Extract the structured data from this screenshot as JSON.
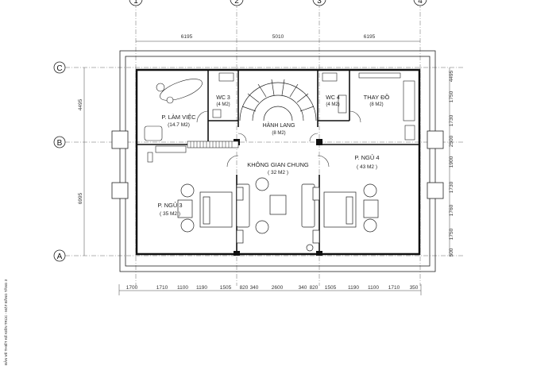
{
  "axes": {
    "columns": [
      "1",
      "2",
      "3",
      "4"
    ],
    "rows": [
      "C",
      "B",
      "A"
    ]
  },
  "dims": {
    "top": [
      "6195",
      "5010",
      "6195"
    ],
    "left": [
      "4495",
      "6995"
    ],
    "right": [
      "4495",
      "1750",
      "1730",
      "2500",
      "1900",
      "1730",
      "1760",
      "1750",
      "500"
    ],
    "bottom": [
      "1700",
      "1710",
      "1100",
      "1190",
      "1505",
      "820",
      "340",
      "2600",
      "340",
      "820",
      "1505",
      "1190",
      "1100",
      "1710",
      "350"
    ]
  },
  "rooms": [
    {
      "name": "P. LÀM VIỆC",
      "area": "(14.7 M2)"
    },
    {
      "name": "WC 3",
      "area": "(4 M2)"
    },
    {
      "name": "HÀNH LANG",
      "area": "(8 M2)"
    },
    {
      "name": "WC 4",
      "area": "(4 M2)"
    },
    {
      "name": "THAY ĐỒ",
      "area": "(8 M2)"
    },
    {
      "name": "KHÔNG GIAN CHUNG",
      "area": "( 32 M2 )"
    },
    {
      "name": "P. NGỦ 4",
      "area": "( 43 M2 )"
    },
    {
      "name": "P. NGỦ 3",
      "area": "( 35 M2 )"
    }
  ],
  "side_note": "BẢN VẼ THIẾT KẾ KIẾN TRÚC - MẶT BẰNG TẦNG 3",
  "colors": {
    "line": "#1a1a1a",
    "grid": "#555555"
  }
}
